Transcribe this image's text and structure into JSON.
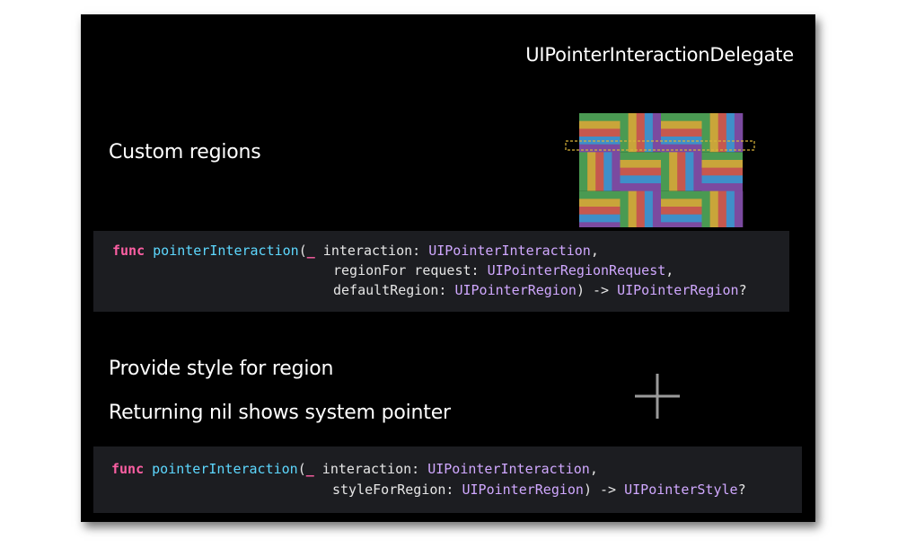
{
  "slide": {
    "title": "UIPointerInteractionDelegate",
    "headings": {
      "custom_regions": "Custom regions",
      "provide_style": "Provide style for region",
      "returning_nil": "Returning nil shows system pointer"
    },
    "code_block_1": {
      "line1": {
        "keyword": "func",
        "func_name": "pointerInteraction",
        "paren": "(",
        "underscore": "_",
        "param": " interaction: ",
        "type": "UIPointerInteraction",
        "tail": ","
      },
      "line2": {
        "param": "regionFor request: ",
        "type": "UIPointerRegionRequest",
        "tail": ","
      },
      "line3": {
        "param": "defaultRegion: ",
        "type": "UIPointerRegion",
        "arrow": ") -> ",
        "return_type": "UIPointerRegion",
        "tail": "?"
      }
    },
    "code_block_2": {
      "line1": {
        "keyword": "func",
        "func_name": "pointerInteraction",
        "paren": "(",
        "underscore": "_",
        "param": " interaction: ",
        "type": "UIPointerInteraction",
        "tail": ","
      },
      "line2": {
        "param": "styleForRegion: ",
        "type": "UIPointerRegion",
        "arrow": ") -> ",
        "return_type": "UIPointerStyle",
        "tail": "?"
      }
    },
    "illustration": {
      "icon": "woven-stripes-illustration",
      "colors": [
        "#4a9a52",
        "#c9a53a",
        "#c6584e",
        "#3f8fc9",
        "#7b4aa0"
      ],
      "highlight_color": "#d9b43a"
    },
    "pointer_icon": "crosshair-plus-icon",
    "colors": {
      "keyword": "#fc5fa3",
      "function": "#5dd8ff",
      "type": "#d0a8ff",
      "code_bg": "#1c1d21",
      "slide_bg": "#000000"
    }
  }
}
